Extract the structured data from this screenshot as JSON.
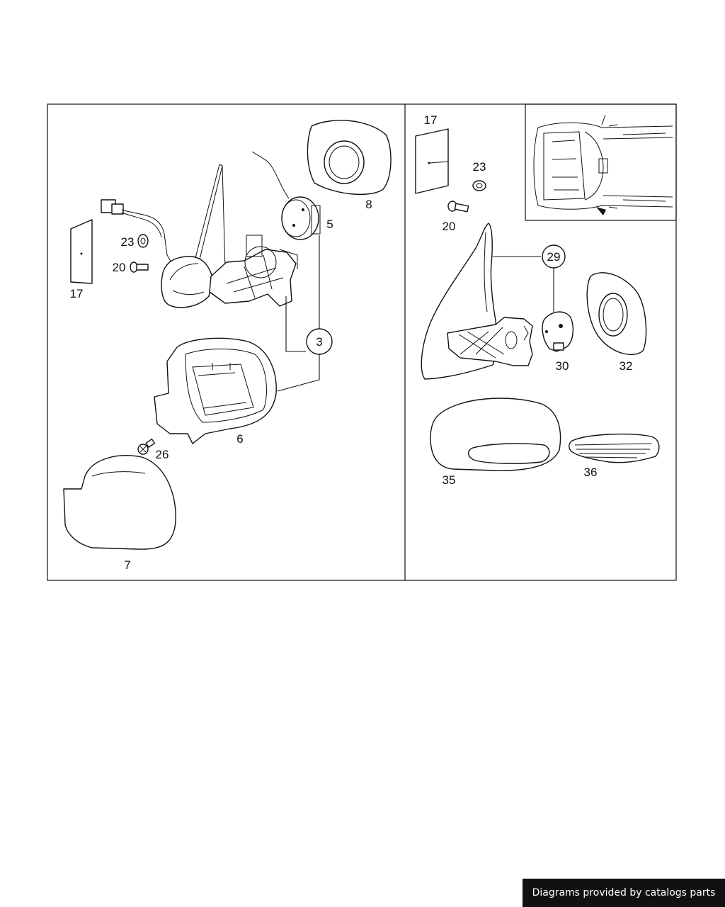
{
  "labels": {
    "left": {
      "p17": "17",
      "p23": "23",
      "p20": "20",
      "p8": "8",
      "p5": "5",
      "p3": "3",
      "p6": "6",
      "p26": "26",
      "p7": "7"
    },
    "right": {
      "p17": "17",
      "p23": "23",
      "p20": "20",
      "p29": "29",
      "p30": "30",
      "p32": "32",
      "p35": "35",
      "p36": "36"
    }
  },
  "footer": {
    "text": "Diagrams provided by catalogs parts"
  }
}
